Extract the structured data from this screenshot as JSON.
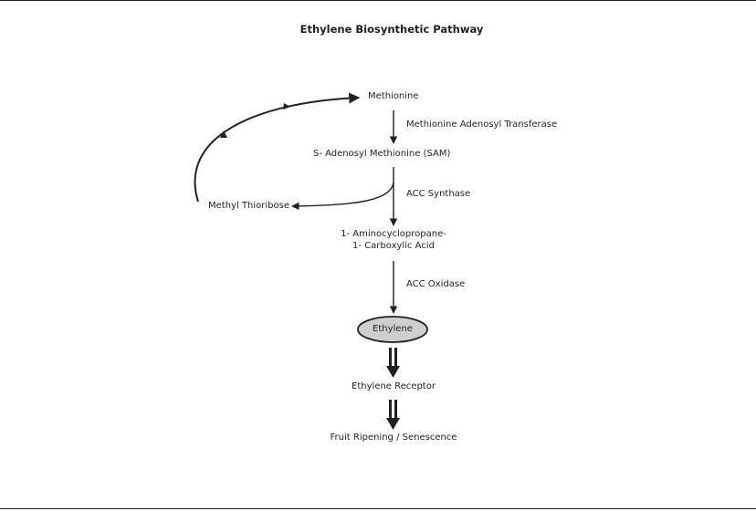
{
  "diagram": {
    "title": "Ethylene Biosynthetic Pathway",
    "nodes": {
      "methionine": "Methionine",
      "sam": "S- Adenosyl Methionine (SAM)",
      "methyl_thioribose": "Methyl Thioribose",
      "acc_line1": "1- Aminocyclopropane-",
      "acc_line2": "1- Carboxylic Acid",
      "ethylene": "Ethylene",
      "ethylene_receptor": "Ethylene Receptor",
      "fruit_ripening": "Fruit Ripening / Senescence"
    },
    "enzymes": {
      "methionine_adenosyl_transferase": "Methionine Adenosyl Transferase",
      "acc_synthase": "ACC Synthase",
      "acc_oxidase": "ACC Oxidase"
    },
    "colors": {
      "ink": "#231f20",
      "ethylene_fill": "#cfcfcf"
    }
  }
}
